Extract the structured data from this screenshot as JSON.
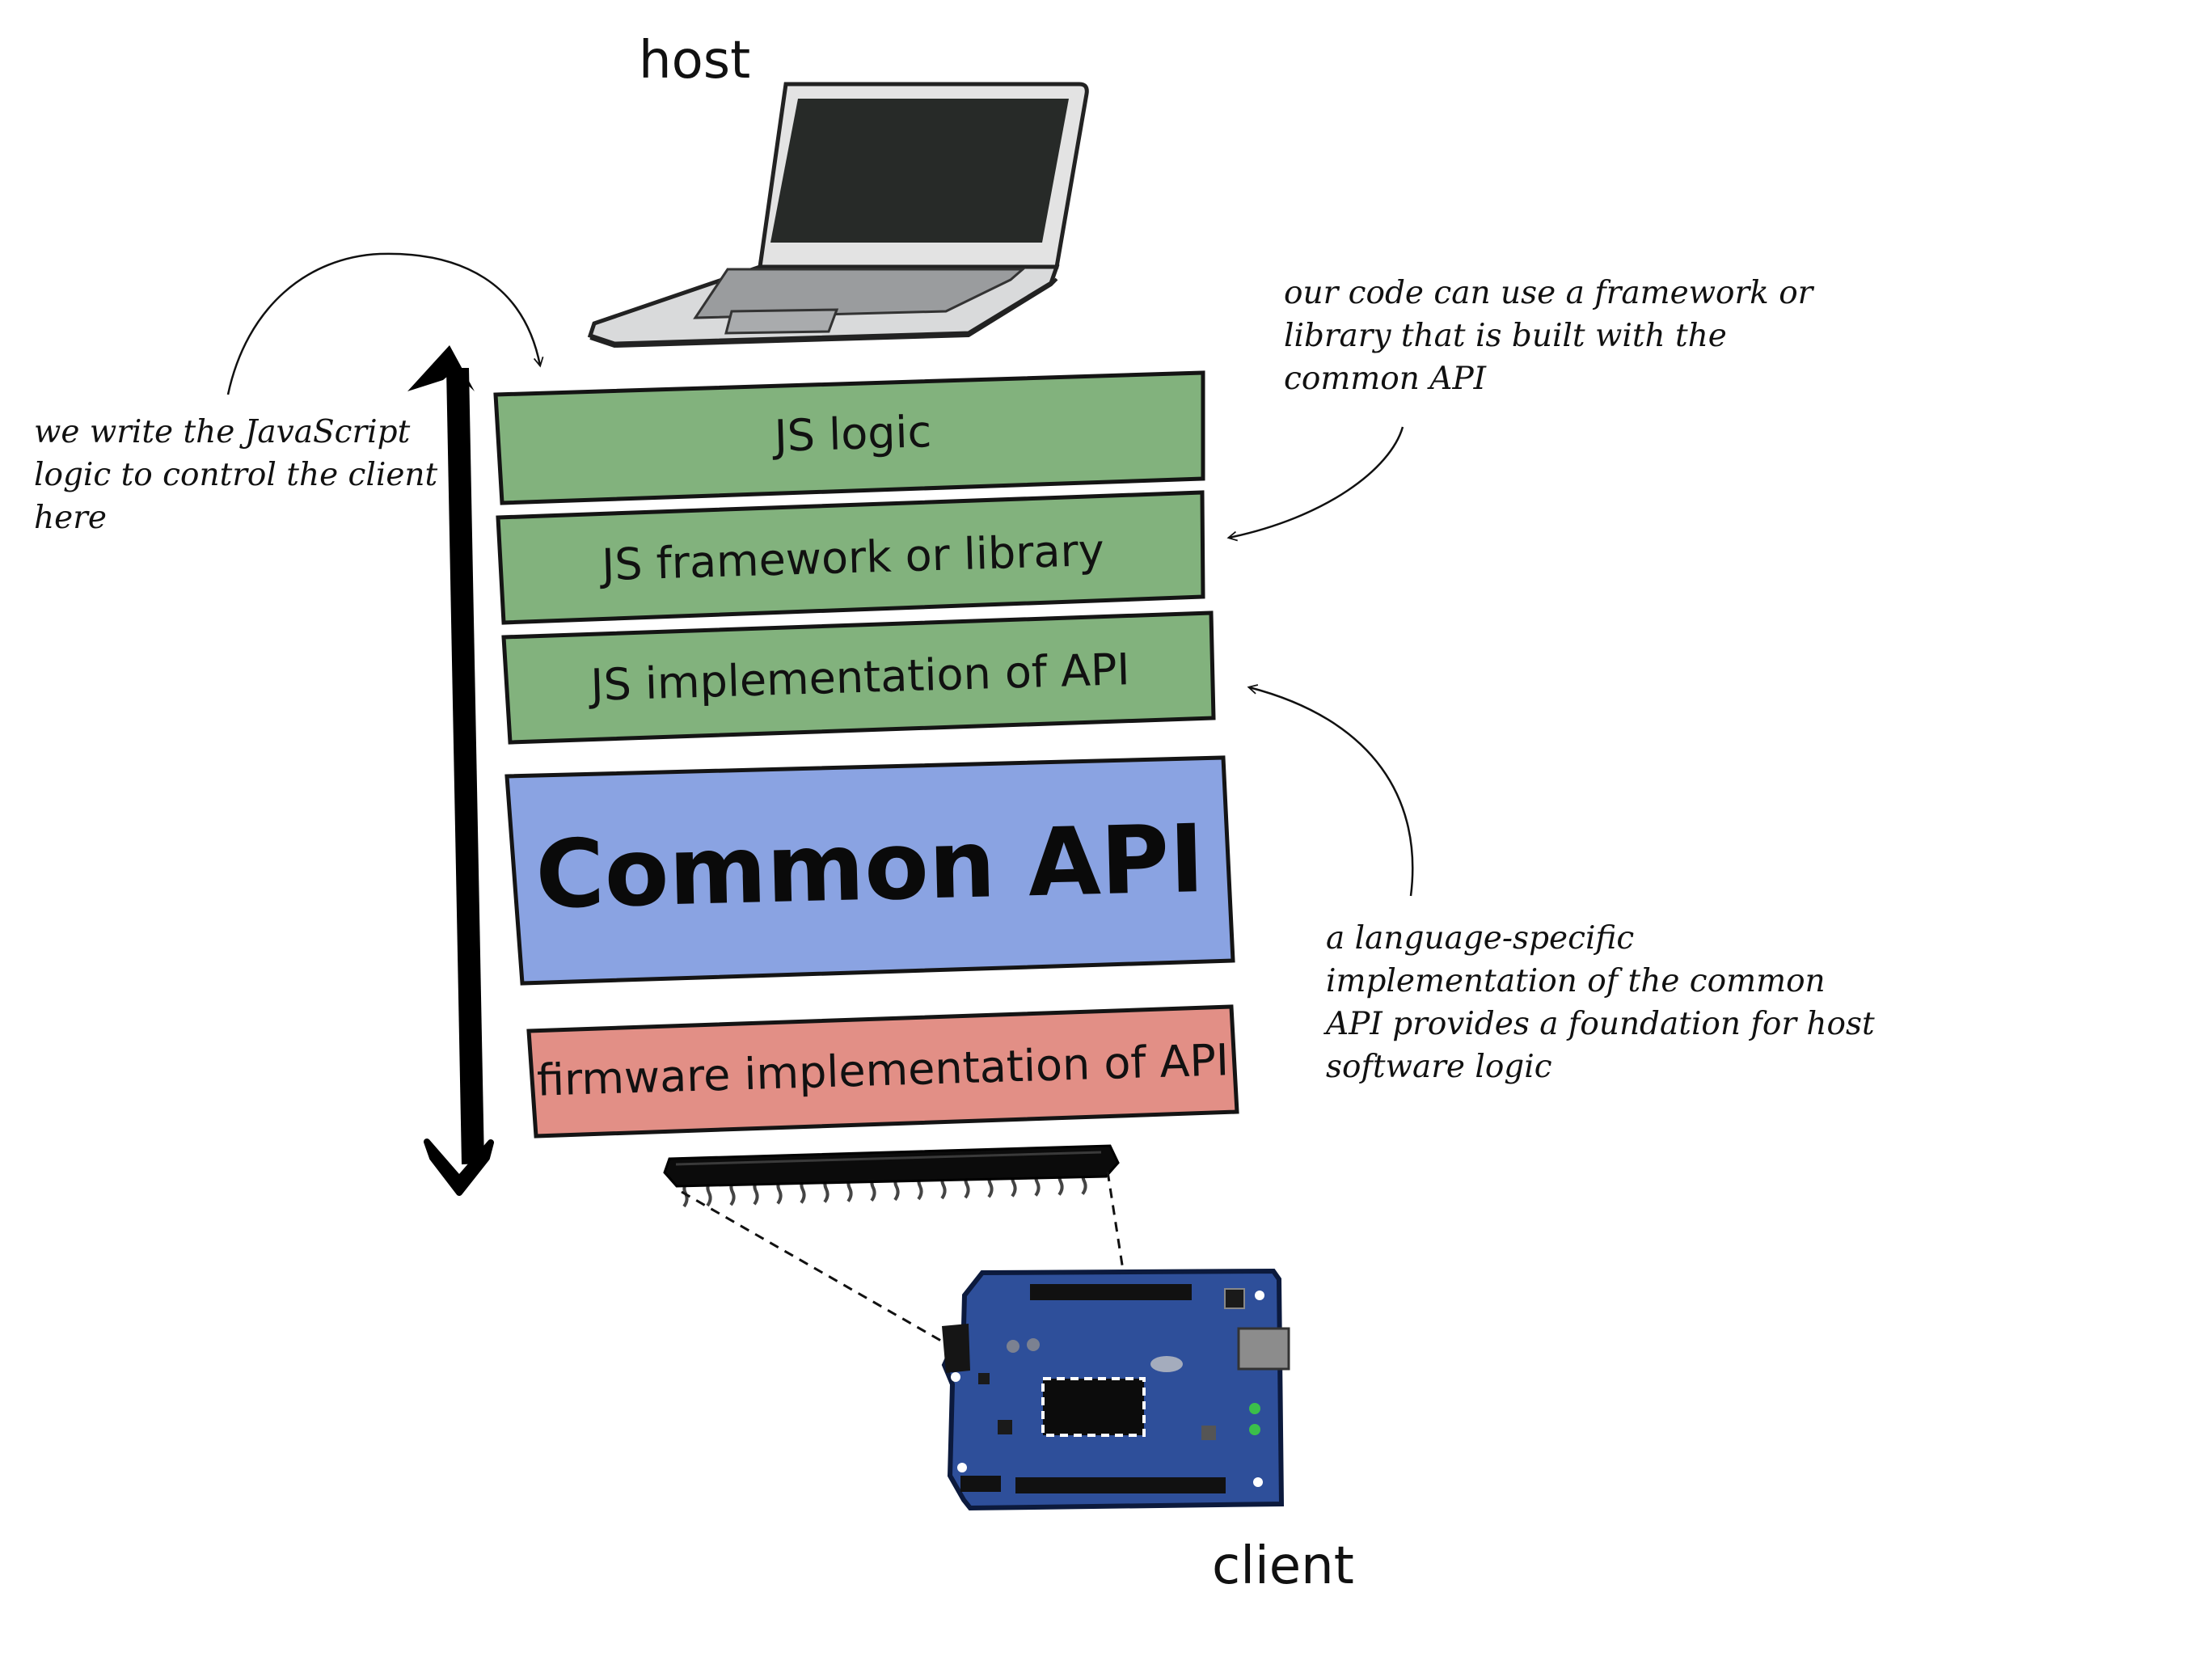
{
  "labels": {
    "host": "host",
    "client": "client"
  },
  "layers": [
    {
      "label": "JS logic",
      "color": "#82b27d"
    },
    {
      "label": "JS framework or library",
      "color": "#82b27d"
    },
    {
      "label": "JS implementation of API",
      "color": "#82b27d"
    },
    {
      "label": "Common API",
      "color": "#8aa3e2"
    },
    {
      "label": "firmware implementation of API",
      "color": "#e28f86"
    }
  ],
  "notes": {
    "left": "we write the JavaScript\nlogic to control the client\nhere",
    "top_right": "our code  can use a framework or\nlibrary that is built with the\ncommon API",
    "bottom_right": "a language-specific\nimplementation of the common\nAPI provides a foundation for host\nsoftware logic"
  },
  "colors": {
    "board": "#2e4f9a",
    "laptop_screen": "#272a28",
    "laptop_body": "#d9dadb"
  },
  "icons": [
    "laptop-icon",
    "microcontroller-chip-icon",
    "arduino-board-icon"
  ]
}
